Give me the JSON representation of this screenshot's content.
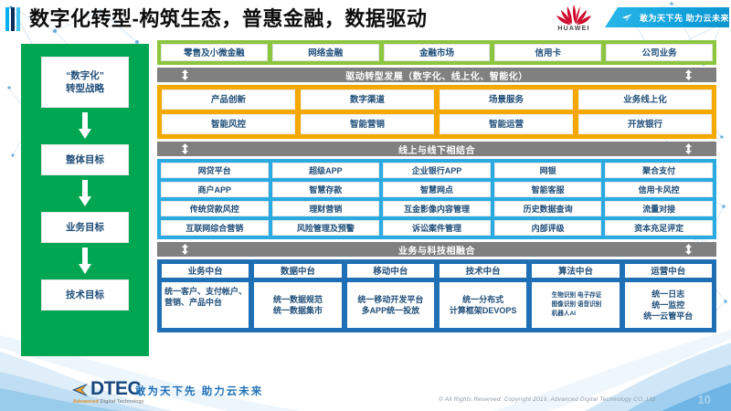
{
  "header": {
    "title": "数字化转型-构筑生态，普惠金融，数据驱动",
    "brand": "HUAWEI",
    "ribbon_text": "敢为天下先 助力云未来"
  },
  "sidebar": {
    "items": [
      {
        "label_line1": "“数字化”",
        "label_line2": "转型战略"
      },
      {
        "label_line1": "整体目标",
        "label_line2": ""
      },
      {
        "label_line1": "业务目标",
        "label_line2": ""
      },
      {
        "label_line1": "技术目标",
        "label_line2": ""
      }
    ]
  },
  "business_band": {
    "cells": [
      "零售及小微金融",
      "网络金融",
      "金融市场",
      "信用卡",
      "公司业务"
    ]
  },
  "connector_1": {
    "label": "驱动转型发展（数字化、线上化、智能化）"
  },
  "orange_band": {
    "rows": [
      [
        "产品创新",
        "数字渠道",
        "场景服务",
        "业务线上化"
      ],
      [
        "智能风控",
        "智能营销",
        "智能运营",
        "开放银行"
      ]
    ]
  },
  "connector_2": {
    "label": "线上与线下相结合"
  },
  "blue_band": {
    "rows": [
      [
        "网贷平台",
        "超级APP",
        "企业银行APP",
        "网银",
        "聚合支付"
      ],
      [
        "商户APP",
        "智慧存款",
        "智慧网点",
        "智能客服",
        "信用卡风控"
      ],
      [
        "传统贷款风控",
        "理财营销",
        "互金影像内容管理",
        "历史数据查询",
        "流量对接"
      ],
      [
        "互联网综合营销",
        "风险管理及预警",
        "诉讼案件管理",
        "内部评级",
        "资本充足评定"
      ]
    ]
  },
  "connector_3": {
    "label": "业务与科技相融合"
  },
  "platform_band": {
    "columns": [
      {
        "head": "业务中台",
        "body": "统一客户、支付帐户、营销、产品中台",
        "style": "lefted"
      },
      {
        "head": "数据中台",
        "body": "统一数据规范\n统一数据集市",
        "style": "normal"
      },
      {
        "head": "移动中台",
        "body": "统一移动开发平台\n多APP统一投放",
        "style": "normal"
      },
      {
        "head": "技术中台",
        "body": "统一分布式\n计算框架DEVOPS",
        "style": "normal"
      },
      {
        "head": "算法中台",
        "body": "生物识别 电子存证\n图像识别 语音识别\n机器人AI",
        "style": "tiny"
      },
      {
        "head": "运营中台",
        "body": "统一日志\n统一监控\n统一云管平台",
        "style": "normal"
      }
    ]
  },
  "footer": {
    "logo_text": "DTEC",
    "logo_sub_a": "Advanced",
    "logo_sub_b": "Digital Technology",
    "slogan": "敢为天下先  助力云未来",
    "copyright": "© All Rights Reserved. Copyright 2019, Advanced Digital Technology CO.,Ltd",
    "page_number": "10"
  },
  "colors": {
    "sidebar_green": "#00a651",
    "band_green": "#8cc63f",
    "orange": "#f5a800",
    "blue": "#29abe2",
    "dark_blue": "#1f6fb5",
    "gray_bar": "#808080",
    "text_blue": "#1f4e79",
    "huawei_red": "#cf0a2c"
  }
}
